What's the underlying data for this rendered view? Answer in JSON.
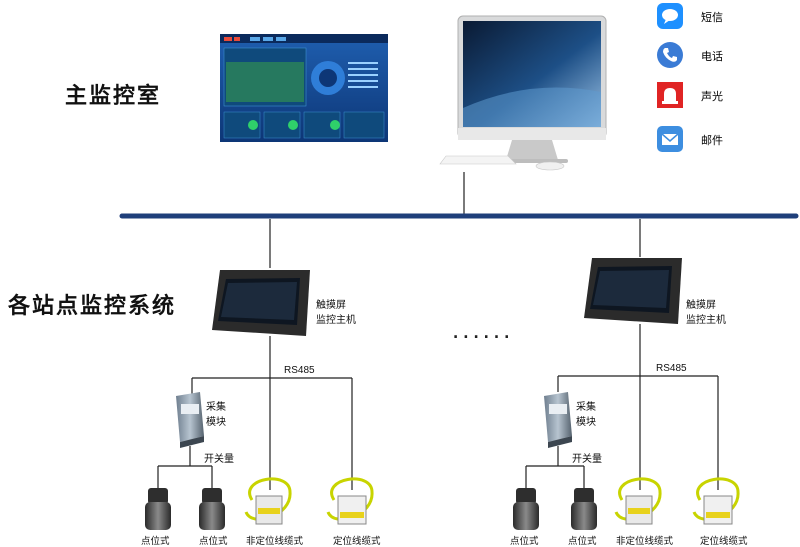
{
  "zones": {
    "main_room": "主监控室",
    "stations": "各站点监控系统"
  },
  "notifications": [
    {
      "label": "短信",
      "icon": "message-icon",
      "color": "#1e90ff"
    },
    {
      "label": "电话",
      "icon": "phone-icon",
      "color": "#3a7bd5"
    },
    {
      "label": "声光",
      "icon": "alarm-light-icon",
      "color": "#e02424"
    },
    {
      "label": "邮件",
      "icon": "mail-icon",
      "color": "#3d8ee0"
    }
  ],
  "stations": [
    {
      "touch_label": [
        "触摸屏",
        "监控主机"
      ],
      "bus_label": "RS485",
      "module_label": [
        "采集",
        "模块"
      ],
      "switch_label": "开关量",
      "sensors": [
        "点位式",
        "点位式",
        "非定位线缆式",
        "定位线缆式"
      ]
    },
    {
      "touch_label": [
        "触摸屏",
        "监控主机"
      ],
      "bus_label": "RS485",
      "module_label": [
        "采集",
        "模块"
      ],
      "switch_label": "开关量",
      "sensors": [
        "点位式",
        "点位式",
        "非定位线缆式",
        "定位线缆式"
      ]
    }
  ],
  "ellipsis": "......",
  "colors": {
    "network_bus": "#1f3f7a",
    "wire": "#222222",
    "cable": "#c8d400"
  }
}
